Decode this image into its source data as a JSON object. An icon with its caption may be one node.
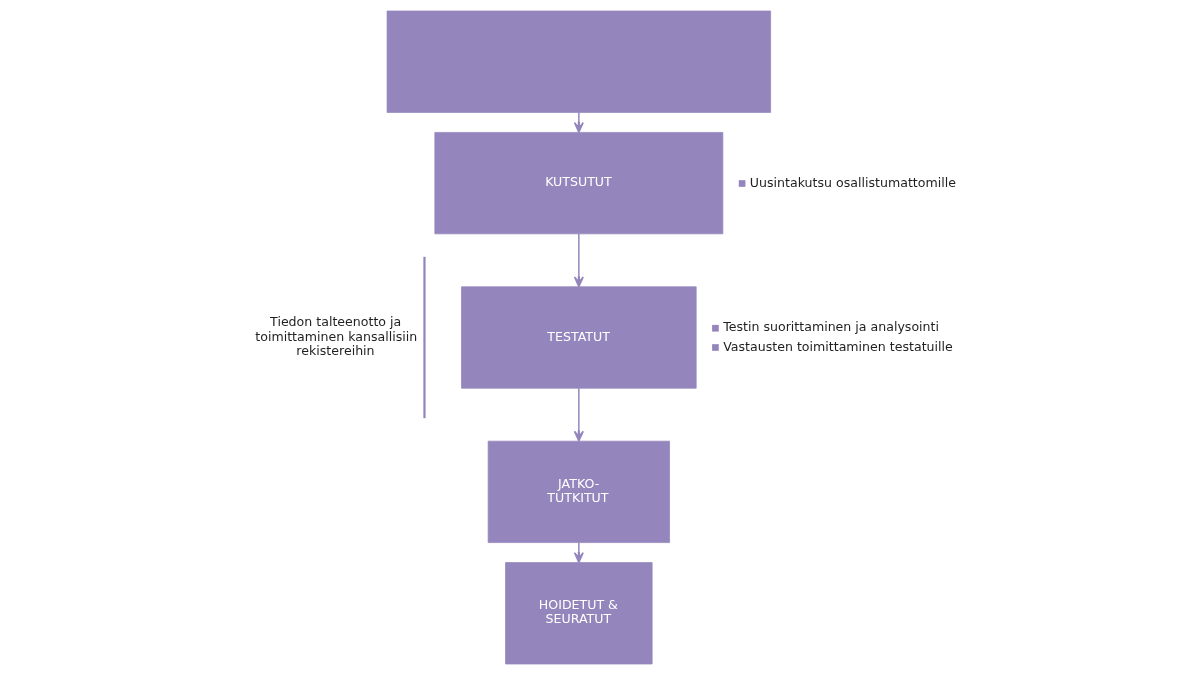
{
  "diagram": {
    "nodes": [
      {
        "text": [],
        "shape": "box"
      },
      {
        "text": [
          "KUTSUTUT"
        ],
        "beside": [
          "Uusintakutsu osallistumattomille"
        ]
      },
      {
        "text": [
          "TESTATUT"
        ],
        "beside": [
          "Testin suorittaminen ja analysointi",
          "Vastausten toimittaminen testatuille"
        ]
      },
      {
        "text": [
          "JATKO- TUTKITUT"
        ]
      },
      {
        "text": [
          "HOIDETUT & SEURATUT"
        ]
      }
    ],
    "edges": [
      {
        "from": 0,
        "to": 1,
        "arrow": "to"
      },
      {
        "from": 1,
        "to": 2,
        "arrow": "to"
      },
      {
        "from": 2,
        "to": 3,
        "arrow": "to"
      },
      {
        "from": 3,
        "to": 4,
        "arrow": "to"
      }
    ],
    "labels": [
      "Tiedon talteenotto ja toimittaminen kansallisiin rekistereihin"
    ]
  }
}
